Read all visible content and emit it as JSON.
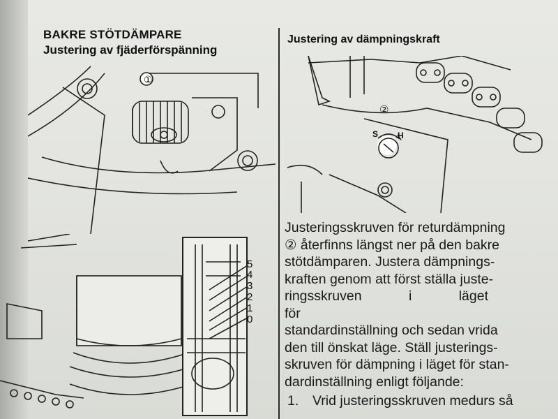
{
  "left_section": {
    "heading": "BAKRE STÖTDÄMPARE",
    "subheading": "Justering av fjäderförspänning",
    "callout": "①",
    "scale_labels": [
      "5",
      "4",
      "3",
      "2",
      "1",
      "0"
    ]
  },
  "right_section": {
    "heading": "Justering av dämpningskraft",
    "callout": "②",
    "dial_soft": "S",
    "dial_hard": "H",
    "body_lines": [
      "Justeringsskruven för returdämpning",
      "② återfinns längst ner på den bakre",
      "stötdämparen. Justera dämpnings-",
      "kraften genom att först ställa juste-",
      "ringsskruven i läget för",
      "standardinställning och sedan vrida",
      "den till önskat läge. Ställ justerings-",
      "skruven för dämpning i läget för stan-",
      "dardinställning enligt följande:"
    ],
    "step_number": "1.",
    "step_text": "Vrid justeringsskruven medurs så"
  }
}
